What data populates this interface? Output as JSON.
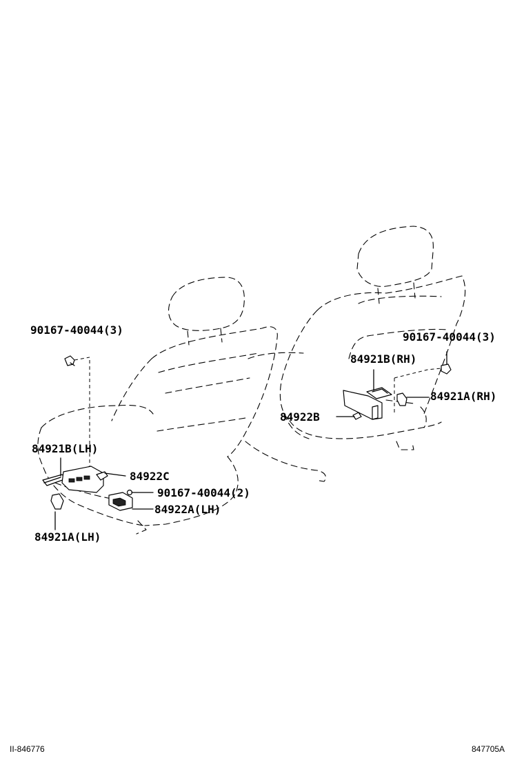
{
  "callouts": {
    "bolt_lh_top": "90167-40044(3)",
    "bolt_rh_top": "90167-40044(3)",
    "cover_b_rh": "84921B(RH)",
    "knob_a_rh": "84921A(RH)",
    "switch_b": "84922B",
    "cover_b_lh": "84921B(LH)",
    "switch_c": "84922C",
    "bolt_lh_small": "90167-40044(2)",
    "switch_a_lh": "84922A(LH)",
    "knob_a_lh": "84921A(LH)"
  },
  "footer": {
    "left_code": "II-846776",
    "right_code": "847705A"
  }
}
